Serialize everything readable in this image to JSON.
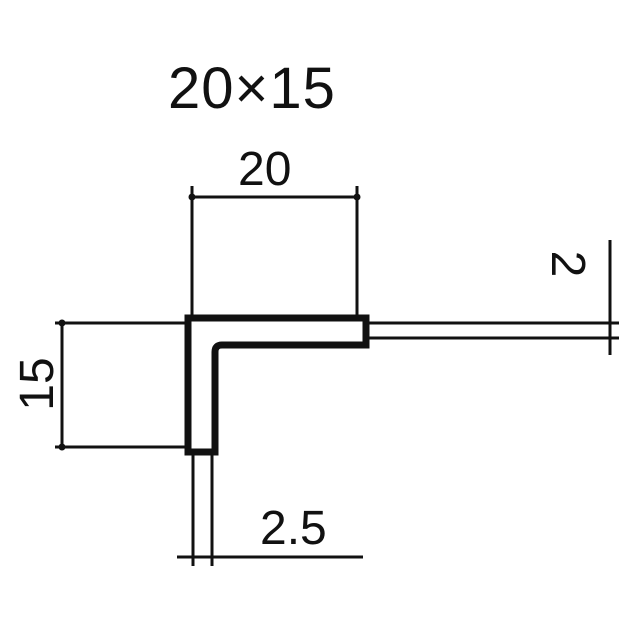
{
  "drawing": {
    "title": "20×15",
    "dimensions": {
      "width": "20",
      "height": "15",
      "top_thickness": "2",
      "side_thickness": "2.5"
    },
    "colors": {
      "line": "#111111",
      "background": "#ffffff"
    }
  }
}
